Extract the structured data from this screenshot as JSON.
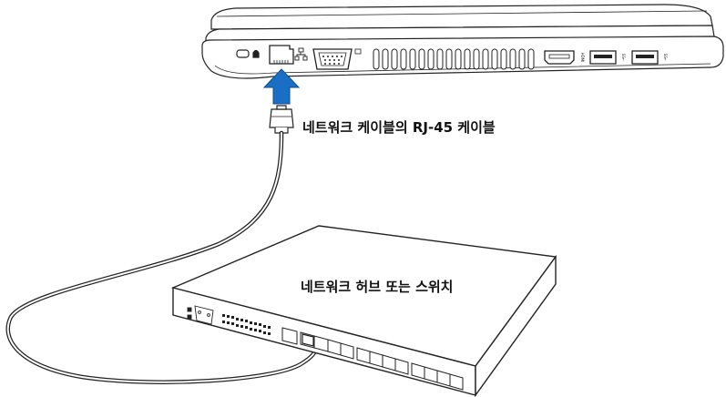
{
  "labels": {
    "cable": "네트워크 케이블의 RJ-45 케이블",
    "hub": "네트워크 허브 또는 스위치"
  },
  "laptop": {
    "port_marks": {
      "hdmi": "HDMI",
      "usb1": "SS←",
      "usb2": "SS←"
    }
  },
  "colors": {
    "arrow": "#1a6fc4",
    "line": "#222222",
    "device_fill": "#ffffff"
  }
}
